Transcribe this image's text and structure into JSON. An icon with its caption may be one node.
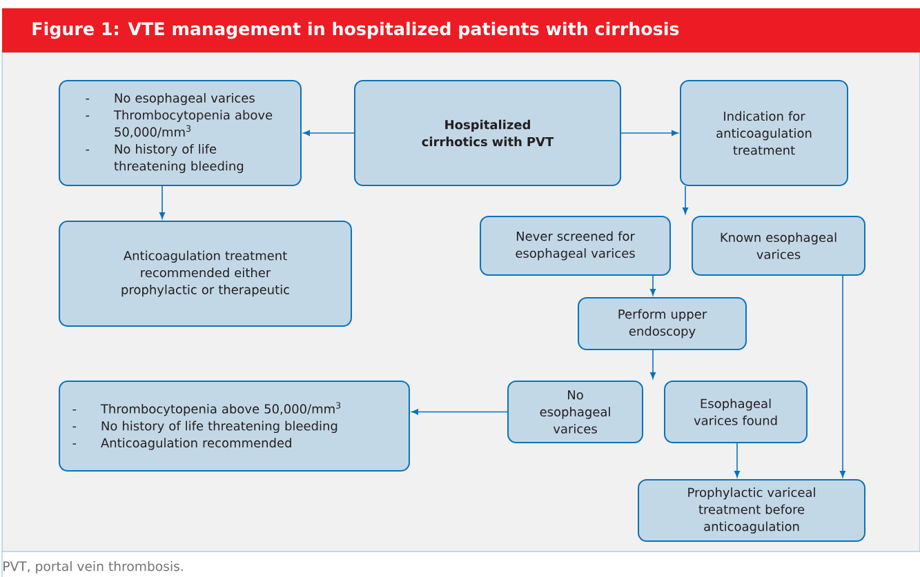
{
  "diagram": {
    "title": "Figure 1: VTE management in hospitalized patients with cirrhosis",
    "caption": "PVT, portal vein thrombosis.",
    "nodes": [
      {
        "text": [
          "No esophageal varices",
          "Thrombocytopenia above 50,000/mm$^{3}$",
          "No history of life threatening bleeding"
        ]
      },
      {
        "text": [
          "Hospitalized cirrhotics with PVT"
        ]
      },
      {
        "text": [
          "Indication for anticoagulation treatment"
        ]
      },
      {
        "text": [
          "Anticoagulation treatment recommended either prophylactic or therapeutic"
        ]
      },
      {
        "text": [
          "Never screened for esophageal varices"
        ]
      },
      {
        "text": [
          "Known esophageal varices"
        ]
      },
      {
        "text": [
          "Perform upper endoscopy"
        ]
      },
      {
        "text": [
          "Thrombocytopenia above 50,000/mm$^{3}$",
          "No history of life threatening bleeding",
          "Anticoagulation recommended"
        ]
      },
      {
        "text": [
          "No esophageal varices"
        ]
      },
      {
        "text": [
          "Esophageal varices found"
        ]
      },
      {
        "text": [
          "Prophylactic variceal treatment before anticoagulation"
        ]
      }
    ],
    "edges": [
      {
        "from": 1,
        "to": 0,
        "arrow": "to"
      },
      {
        "from": 1,
        "to": 2,
        "arrow": "to"
      },
      {
        "from": 0,
        "to": 3,
        "arrow": "to"
      },
      {
        "from": 2,
        "to": 5,
        "arrow": "to"
      },
      {
        "from": 4,
        "to": 6,
        "arrow": "to"
      },
      {
        "from": 6,
        "to": 8,
        "arrow": "to"
      },
      {
        "from": 8,
        "to": 7,
        "arrow": "to"
      },
      {
        "from": 9,
        "to": 10,
        "arrow": "to"
      },
      {
        "from": 5,
        "to": 10,
        "arrow": "to"
      }
    ],
    "labels": [
      "-",
      "-",
      "-",
      "-",
      "-",
      "-"
    ]
  }
}
